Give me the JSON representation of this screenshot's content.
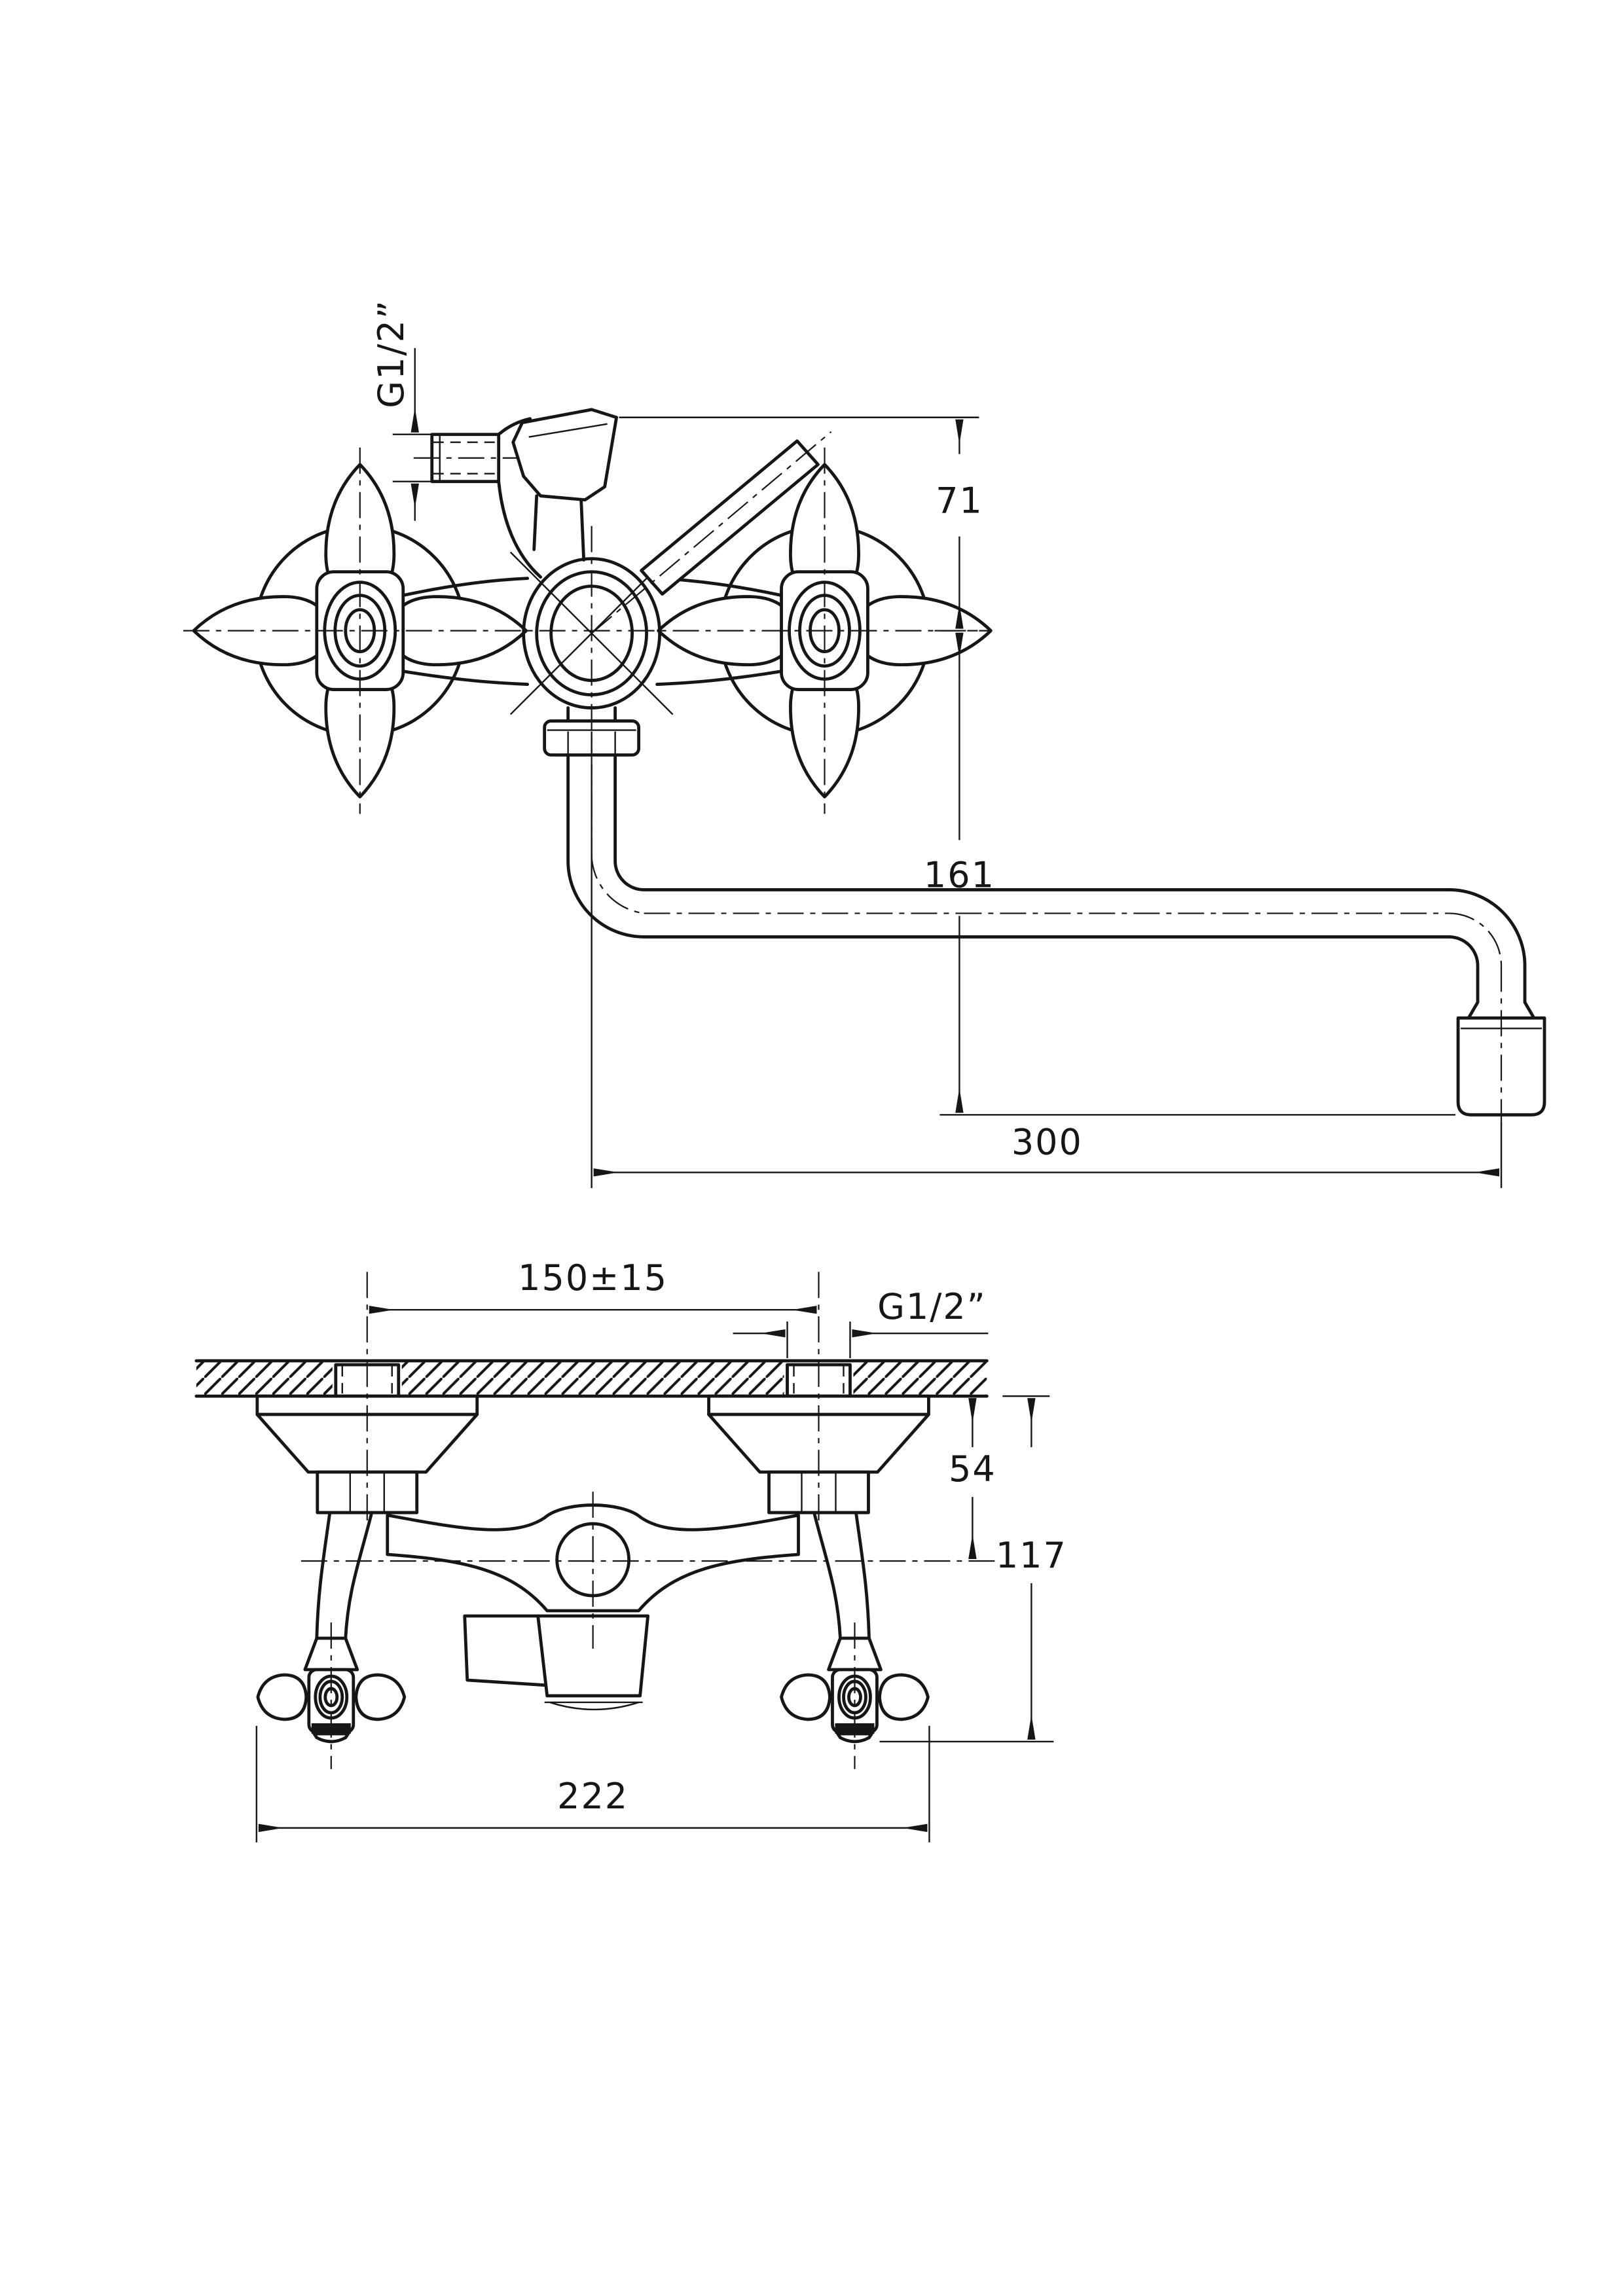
{
  "page": {
    "type": "technical-dimension-drawing",
    "subject": "wall-mounted two-handle mixer tap with diverter and long swivel spout",
    "colors": {
      "ink": "#161616",
      "background": "#ffffff"
    }
  },
  "top_view": {
    "name": "front elevation",
    "labels": {
      "shower_outlet_thread": "G1/2”",
      "dim_outlet_to_axis": "71",
      "dim_axis_to_spout_end": "161",
      "dim_spout_reach": "300"
    }
  },
  "bottom_view": {
    "name": "plan view at wall",
    "labels": {
      "dim_connection_centers": "150±15",
      "connection_thread": "G1/2”",
      "dim_wall_to_body_axis": "54",
      "dim_wall_to_handle_front": "117",
      "dim_overall_width": "222"
    }
  }
}
